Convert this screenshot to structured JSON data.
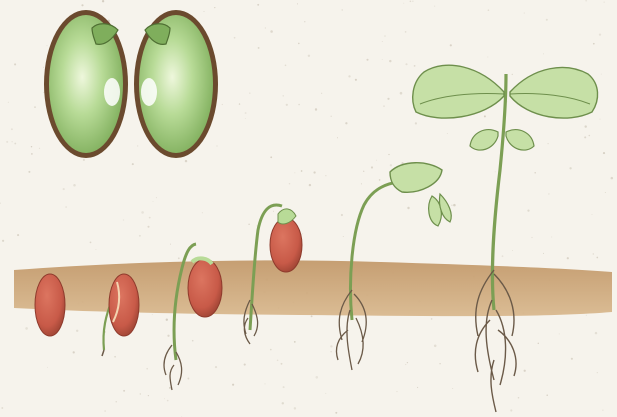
{
  "colors": {
    "paper": "#f6f3ec",
    "soil": "#b58c5e",
    "soil_light": "#cfa87c",
    "seed": "#c85a48",
    "seed_dark": "#8e3a2c",
    "cotyledon": "#b8db97",
    "cotyledon_dark": "#7fae5c",
    "cotyledon_rim": "#6b4a2e",
    "leaf": "#c6e0a6",
    "leaf_vein": "#6e8f4c",
    "stem": "#7c9f54",
    "root": "#6b5a48"
  },
  "stages": [
    {
      "name": "seed"
    },
    {
      "name": "radicle-emerging"
    },
    {
      "name": "hypocotyl-hook"
    },
    {
      "name": "seed-lifted"
    },
    {
      "name": "cotyledons-opening"
    },
    {
      "name": "true-leaves"
    }
  ]
}
